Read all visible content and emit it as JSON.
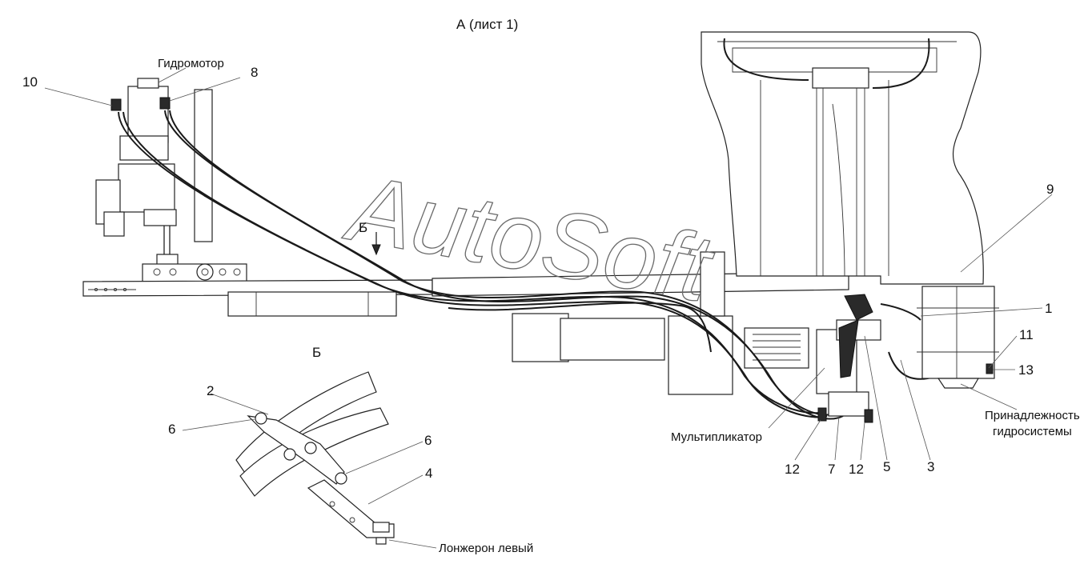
{
  "view_title": "А (лист 1)",
  "section_label": "Б",
  "section_marker": "Б",
  "watermark": "AutoSoft",
  "labels": {
    "hydromotor": "Гидромотор",
    "multiplier": "Мультипликатор",
    "accessory_line1": "Принадлежность",
    "accessory_line2": "гидросистемы",
    "spar_left": "Лонжерон левый"
  },
  "callouts": {
    "c10": "10",
    "c8": "8",
    "c9": "9",
    "c1": "1",
    "c11": "11",
    "c13": "13",
    "c3": "3",
    "c5": "5",
    "c7": "7",
    "c12a": "12",
    "c12b": "12",
    "d2": "2",
    "d6a": "6",
    "d6b": "6",
    "d4": "4"
  }
}
